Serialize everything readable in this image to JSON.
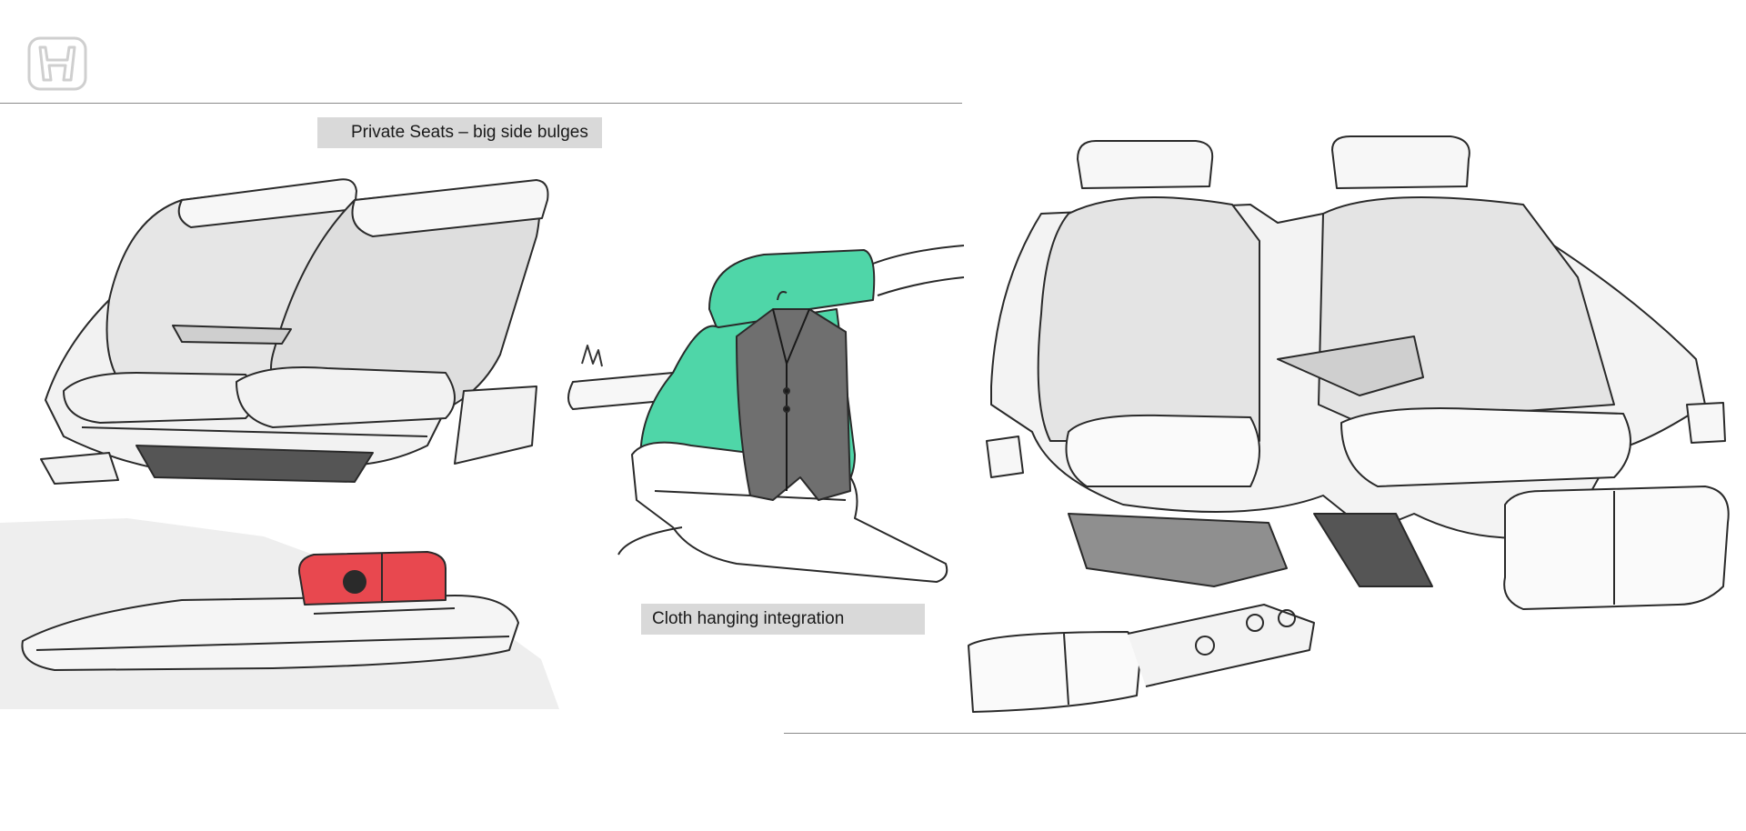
{
  "logo": {
    "icon": "honda-h-logo-icon"
  },
  "captions": {
    "private_seats": "Private Seats – big side bulges",
    "cloth_hanging": "Cloth hanging integration"
  },
  "sketches": {
    "seats_left": "twin-seats-sketch",
    "control_module": "red-control-module-sketch",
    "hanger_seat": "seat-with-jacket-sketch",
    "seats_right": "bench-seats-sketch",
    "footrest": "footrest-panel-sketch"
  },
  "colors": {
    "accent_green": "#4fd6a8",
    "accent_red": "#e8484f",
    "jacket": "#6f6f6f",
    "line": "#2a2a2a",
    "shade": "#cfcfcf"
  }
}
